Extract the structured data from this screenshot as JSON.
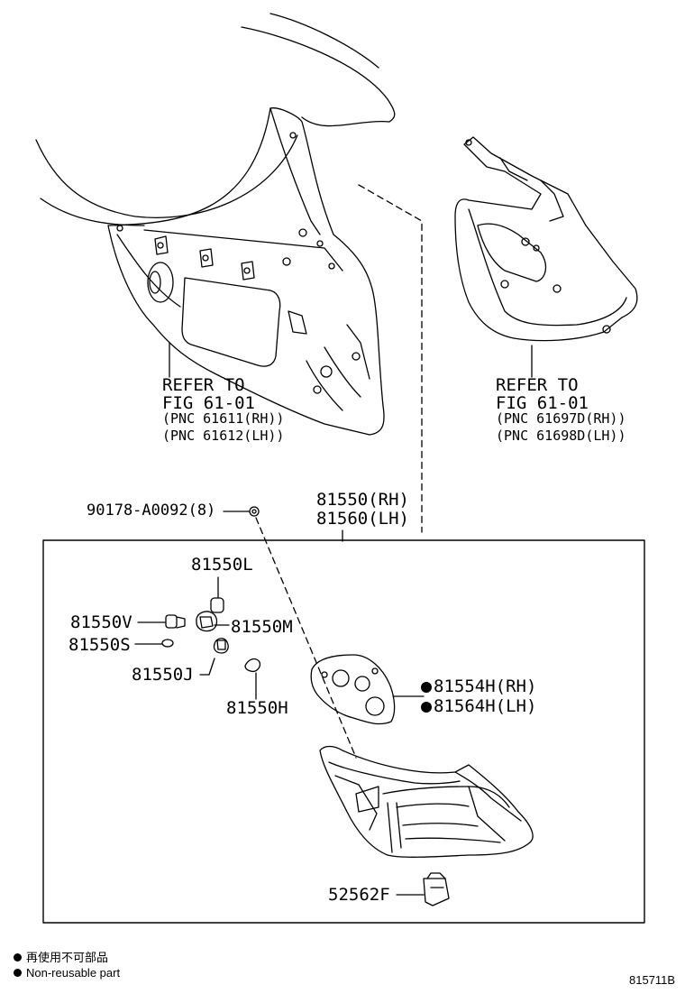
{
  "callouts": {
    "refer_left": {
      "line1": "REFER TO",
      "line2": "FIG 61-01",
      "line3": "(PNC 61611(RH))",
      "line4": "(PNC 61612(LH))"
    },
    "refer_right": {
      "line1": "REFER TO",
      "line2": "FIG 61-01",
      "line3": "(PNC 61697D(RH))",
      "line4": "(PNC 61698D(LH))"
    },
    "screw": "90178-A0092(8)",
    "assembly_rh": "81550(RH)",
    "assembly_lh": "81560(LH)",
    "socket_l": "81550L",
    "socket_v": "81550V",
    "bulb_s": "81550S",
    "socket_m": "81550M",
    "socket_j": "81550J",
    "bulb_h": "81550H",
    "gasket_rh": "81554H(RH)",
    "gasket_lh": "81564H(LH)",
    "clip": "52562F"
  },
  "legend": {
    "japanese": "再使用不可部品",
    "english": "Non-reusable part"
  },
  "figure_code": "815711B"
}
